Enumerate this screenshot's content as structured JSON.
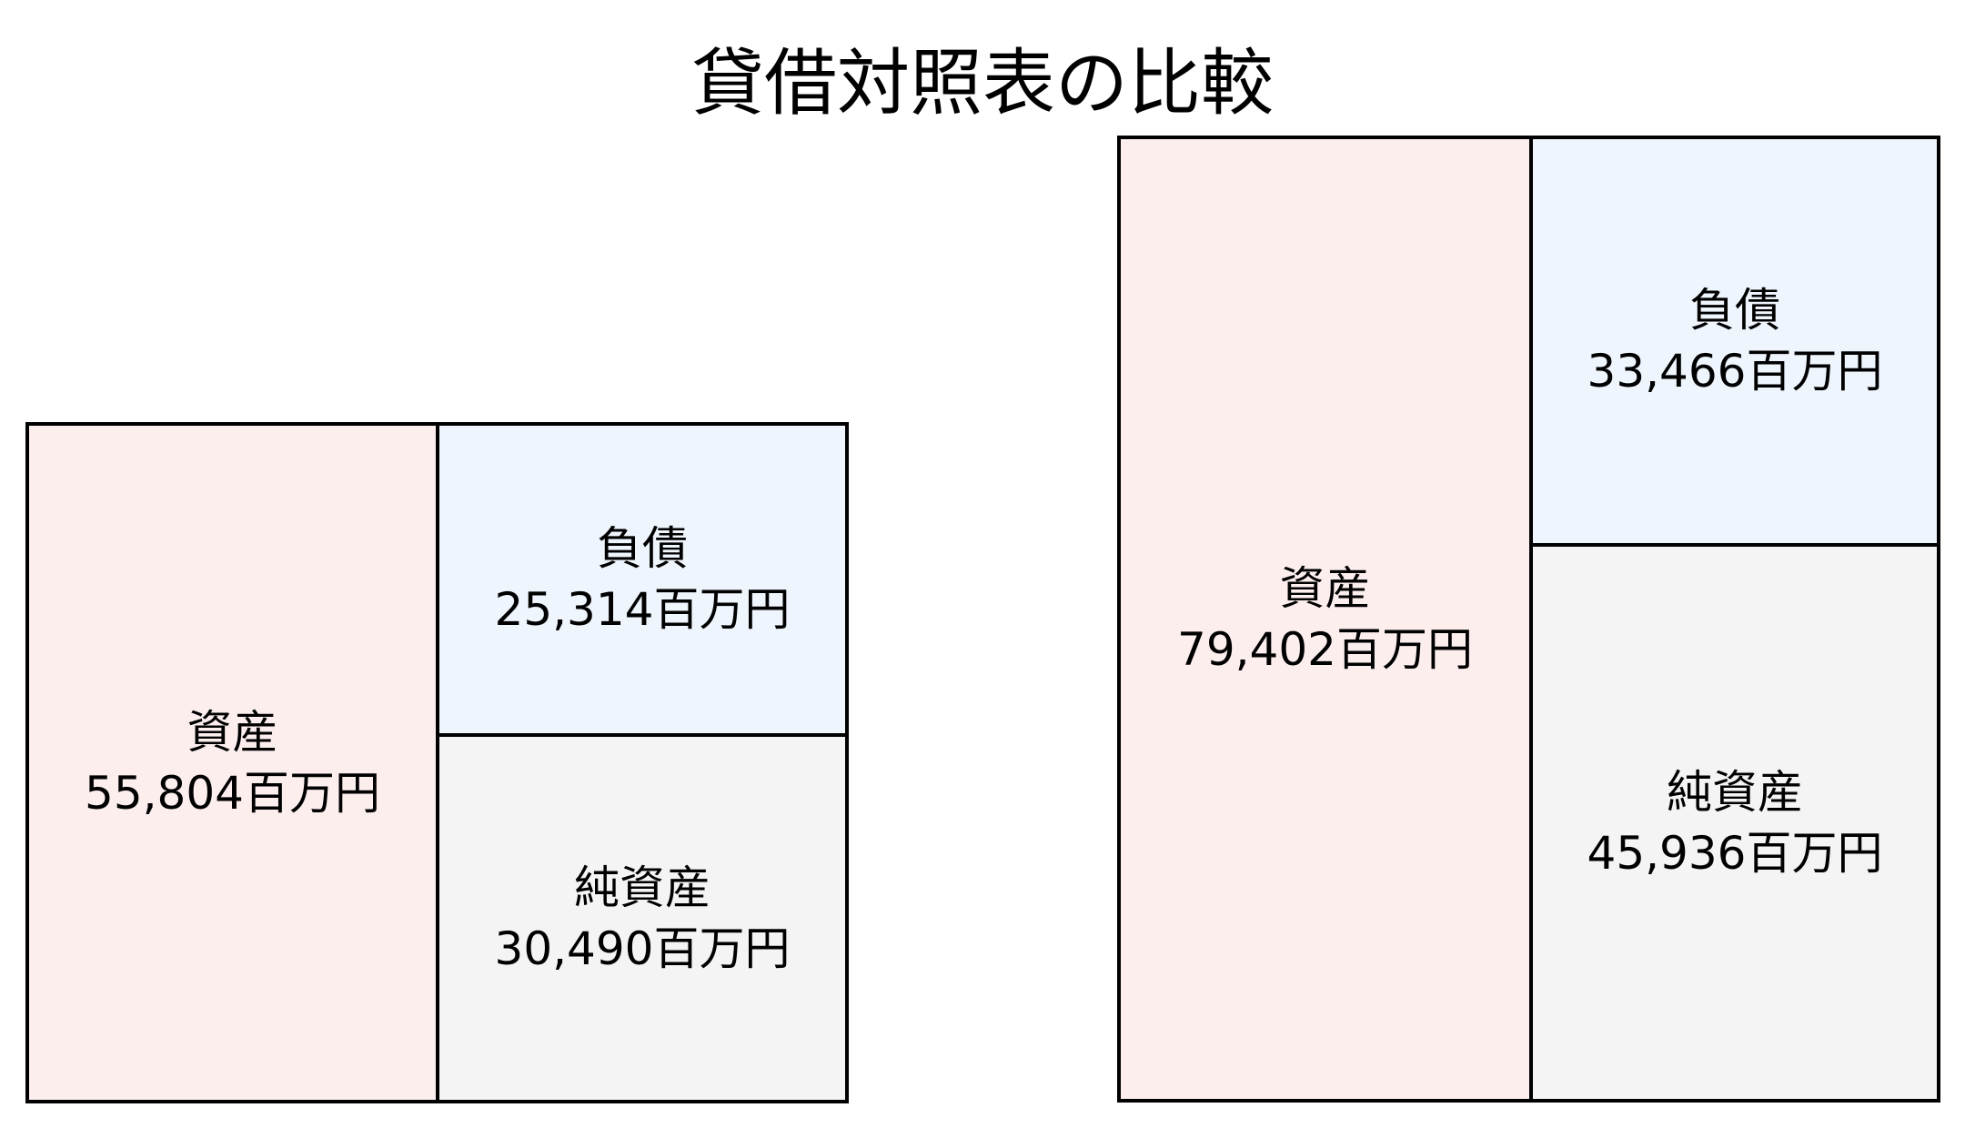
{
  "title": "貸借対照表の比較",
  "colors": {
    "assets": "#fdeeee",
    "liabilities": "#eef5fd",
    "net_assets": "#f4f4f4",
    "border": "#000000"
  },
  "sheets": [
    {
      "assets": {
        "label": "資産",
        "value": "55,804百万円"
      },
      "liabilities": {
        "label": "負債",
        "value": "25,314百万円"
      },
      "net_assets": {
        "label": "純資産",
        "value": "30,490百万円"
      }
    },
    {
      "assets": {
        "label": "資産",
        "value": "79,402百万円"
      },
      "liabilities": {
        "label": "負債",
        "value": "33,466百万円"
      },
      "net_assets": {
        "label": "純資産",
        "value": "45,936百万円"
      }
    }
  ],
  "chart_data": {
    "type": "table",
    "title": "貸借対照表の比較",
    "unit": "百万円",
    "series": [
      {
        "name": "left",
        "assets": 55804,
        "liabilities": 25314,
        "net_assets": 30490
      },
      {
        "name": "right",
        "assets": 79402,
        "liabilities": 33466,
        "net_assets": 45936
      }
    ]
  }
}
